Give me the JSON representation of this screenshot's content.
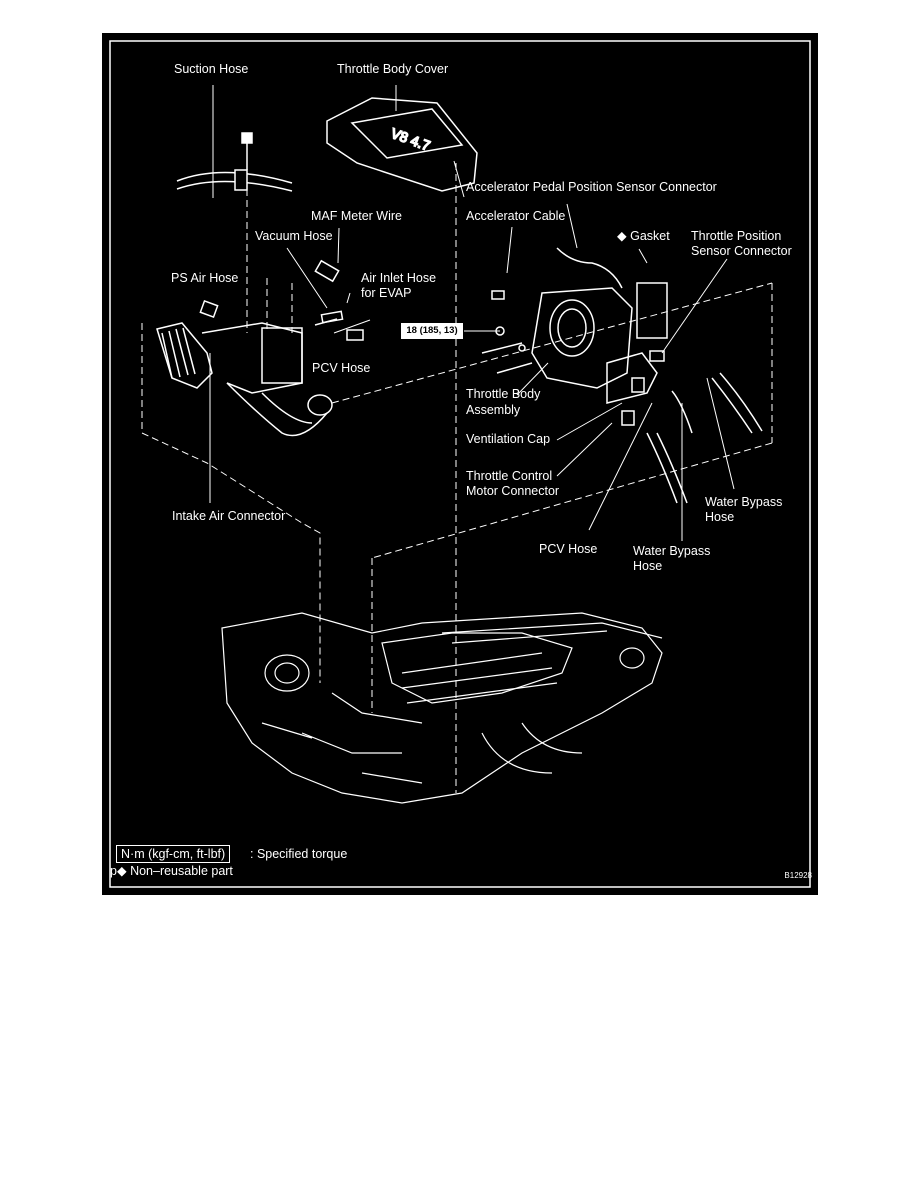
{
  "labels": {
    "suction_hose": "Suction Hose",
    "throttle_body_cover": "Throttle Body Cover",
    "accel_pedal_sensor_connector": "Accelerator Pedal Position Sensor Connector",
    "maf_meter_wire": "MAF Meter Wire",
    "accelerator_cable": "Accelerator Cable",
    "gasket": "Gasket",
    "throttle_position_sensor_connector_1": "Throttle Position",
    "throttle_position_sensor_connector_2": "Sensor Connector",
    "vacuum_hose": "Vacuum Hose",
    "ps_air_hose": "PS Air Hose",
    "air_inlet_hose_1": "Air Inlet Hose",
    "air_inlet_hose_2": "for EVAP",
    "pcv_hose_top": "PCV Hose",
    "throttle_body_assembly_1": "Throttle Body",
    "throttle_body_assembly_2": "Assembly",
    "ventilation_cap": "Ventilation Cap",
    "throttle_control_motor_connector_1": "Throttle Control",
    "throttle_control_motor_connector_2": "Motor Connector",
    "intake_air_connector": "Intake Air Connector",
    "water_bypass_hose_right_1": "Water Bypass",
    "water_bypass_hose_right_2": "Hose",
    "pcv_hose_bottom": "PCV Hose",
    "water_bypass_hose_bottom_1": "Water Bypass",
    "water_bypass_hose_bottom_2": "Hose"
  },
  "torque": "18 (185, 13)",
  "legend": {
    "torque_unit": "N·m (kgf-cm, ft-lbf)",
    "torque_desc": ": Specified torque",
    "nonreusable_symbol": "p◆",
    "nonreusable_desc": "Non–reusable part"
  },
  "gasket_symbol": "◆",
  "figure_code": "B12928",
  "icons": {
    "non_reusable": "diamond-icon"
  },
  "colors": {
    "background": "#000000",
    "line": "#ffffff"
  }
}
